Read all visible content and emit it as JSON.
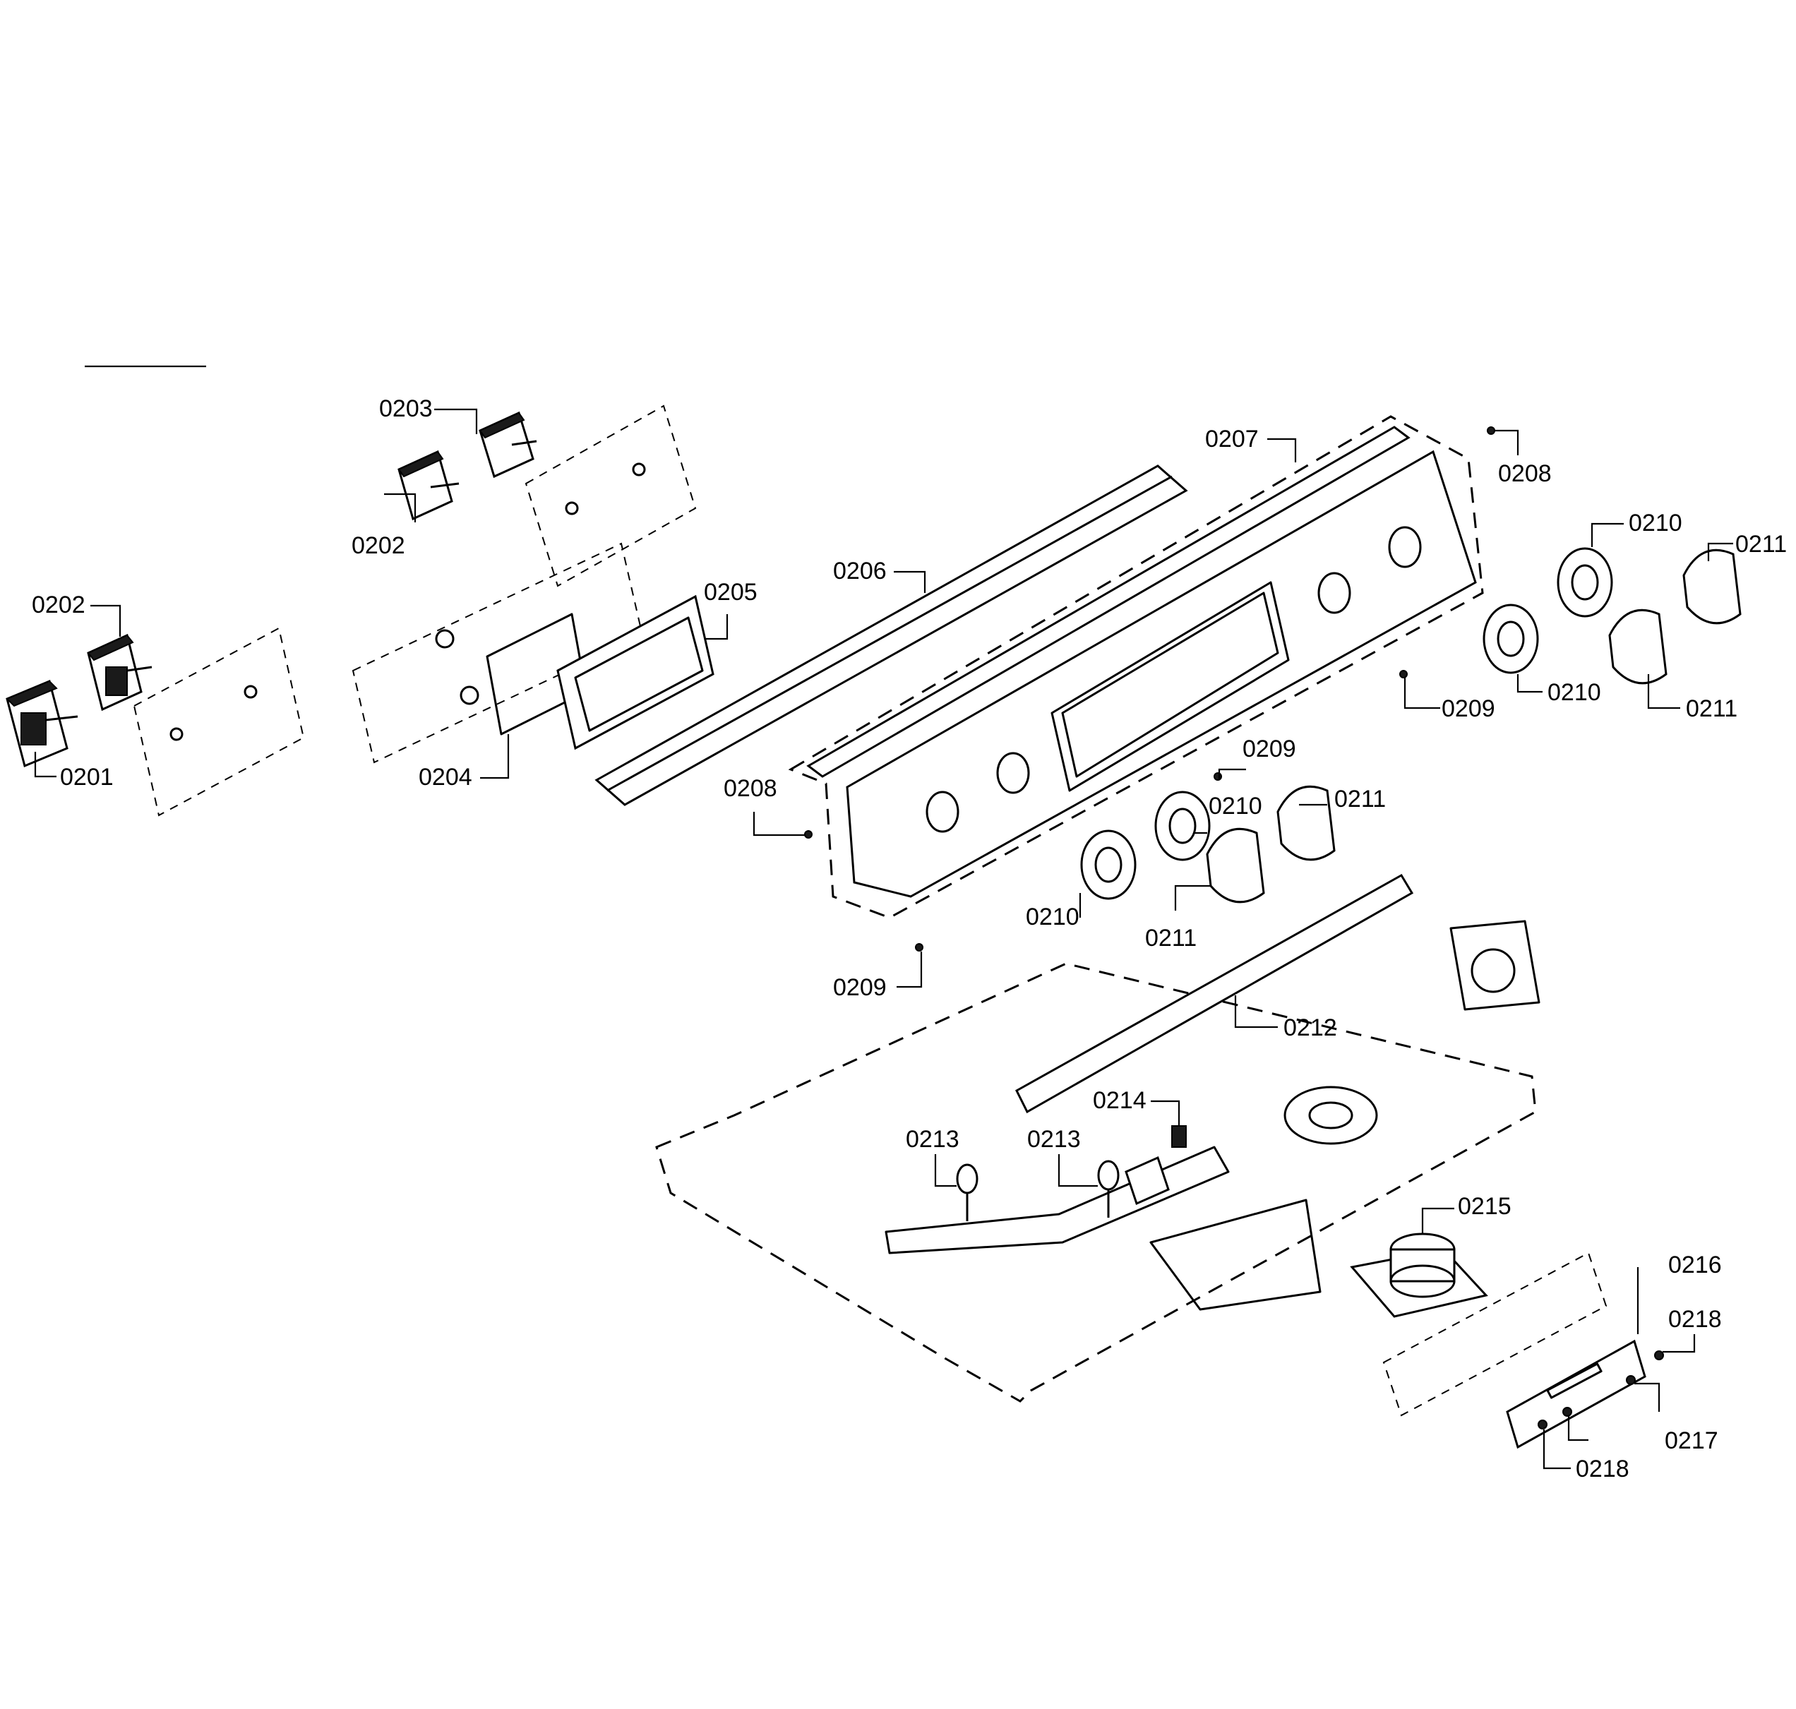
{
  "diagram": {
    "labels": [
      {
        "id": "0201",
        "text": "0201"
      },
      {
        "id": "0202a",
        "text": "0202"
      },
      {
        "id": "0202b",
        "text": "0202"
      },
      {
        "id": "0203",
        "text": "0203"
      },
      {
        "id": "0204",
        "text": "0204"
      },
      {
        "id": "0205",
        "text": "0205"
      },
      {
        "id": "0206",
        "text": "0206"
      },
      {
        "id": "0207",
        "text": "0207"
      },
      {
        "id": "0208a",
        "text": "0208"
      },
      {
        "id": "0208b",
        "text": "0208"
      },
      {
        "id": "0209a",
        "text": "0209"
      },
      {
        "id": "0209b",
        "text": "0209"
      },
      {
        "id": "0209c",
        "text": "0209"
      },
      {
        "id": "0210a",
        "text": "0210"
      },
      {
        "id": "0210b",
        "text": "0210"
      },
      {
        "id": "0210c",
        "text": "0210"
      },
      {
        "id": "0210d",
        "text": "0210"
      },
      {
        "id": "0211a",
        "text": "0211"
      },
      {
        "id": "0211b",
        "text": "0211"
      },
      {
        "id": "0211c",
        "text": "0211"
      },
      {
        "id": "0211d",
        "text": "0211"
      },
      {
        "id": "0212",
        "text": "0212"
      },
      {
        "id": "0213a",
        "text": "0213"
      },
      {
        "id": "0213b",
        "text": "0213"
      },
      {
        "id": "0214",
        "text": "0214"
      },
      {
        "id": "0215",
        "text": "0215"
      },
      {
        "id": "0216",
        "text": "0216"
      },
      {
        "id": "0217",
        "text": "0217"
      },
      {
        "id": "0218a",
        "text": "0218"
      },
      {
        "id": "0218b",
        "text": "0218"
      }
    ]
  }
}
